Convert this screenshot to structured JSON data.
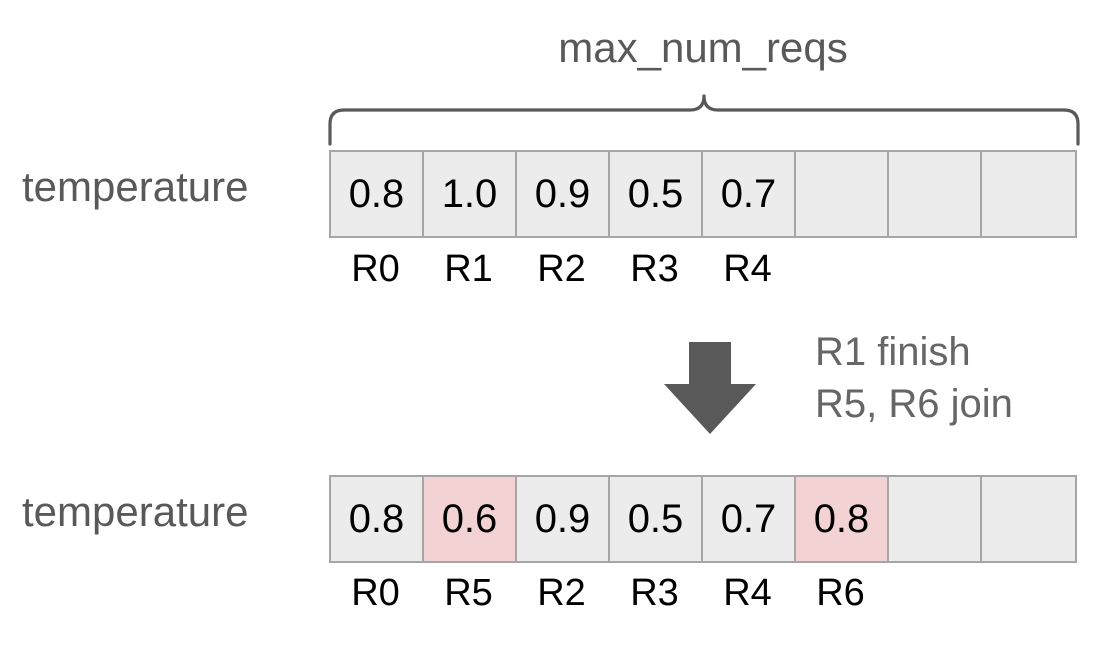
{
  "diagram": {
    "title": "max_num_reqs",
    "brace_label": "max_num_reqs",
    "colors": {
      "cell_fill": "#ececec",
      "cell_border": "#a6a6a6",
      "highlight_fill": "#f2d2d2",
      "label_gray": "#595959",
      "arrow_gray": "#595959",
      "text_black": "#000000"
    },
    "capacity": 8,
    "before": {
      "row_label": "temperature",
      "cells": [
        {
          "value": "0.8",
          "highlighted": false
        },
        {
          "value": "1.0",
          "highlighted": false
        },
        {
          "value": "0.9",
          "highlighted": false
        },
        {
          "value": "0.5",
          "highlighted": false
        },
        {
          "value": "0.7",
          "highlighted": false
        },
        {
          "value": "",
          "highlighted": false
        },
        {
          "value": "",
          "highlighted": false
        },
        {
          "value": "",
          "highlighted": false
        }
      ],
      "request_ids": [
        "R0",
        "R1",
        "R2",
        "R3",
        "R4",
        "",
        "",
        ""
      ]
    },
    "transition": {
      "arrow_icon": "down-arrow-icon",
      "lines": [
        "R1 finish",
        "R5, R6 join"
      ]
    },
    "after": {
      "row_label": "temperature",
      "cells": [
        {
          "value": "0.8",
          "highlighted": false
        },
        {
          "value": "0.6",
          "highlighted": true
        },
        {
          "value": "0.9",
          "highlighted": false
        },
        {
          "value": "0.5",
          "highlighted": false
        },
        {
          "value": "0.7",
          "highlighted": false
        },
        {
          "value": "0.8",
          "highlighted": true
        },
        {
          "value": "",
          "highlighted": false
        },
        {
          "value": "",
          "highlighted": false
        }
      ],
      "request_ids": [
        "R0",
        "R5",
        "R2",
        "R3",
        "R4",
        "R6",
        "",
        ""
      ]
    }
  }
}
